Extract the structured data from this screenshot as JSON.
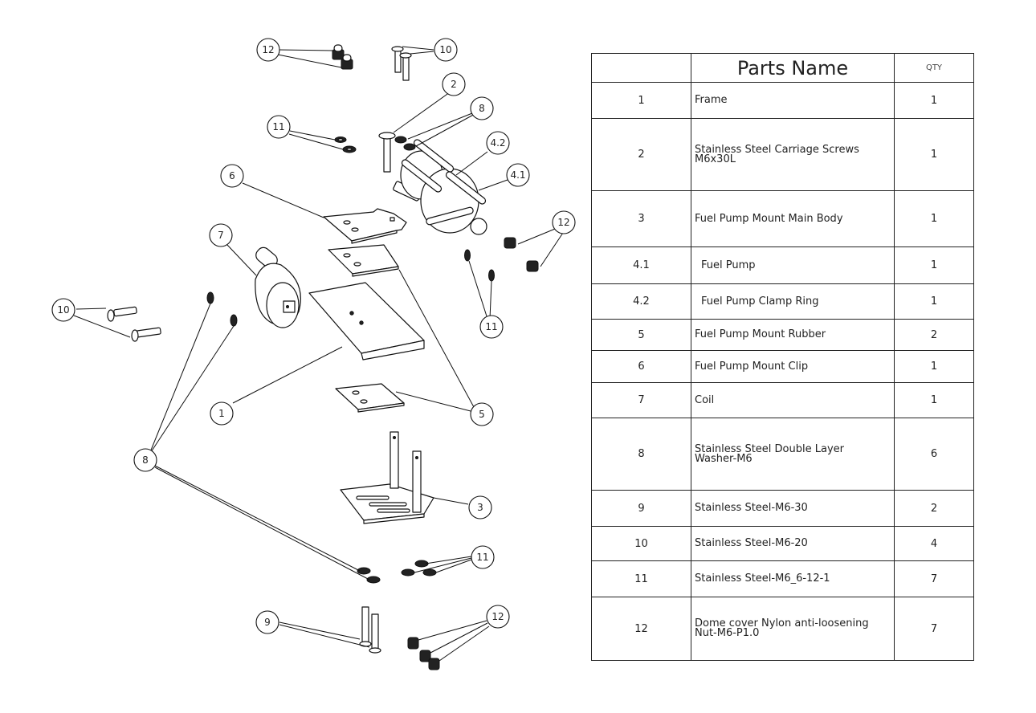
{
  "table": {
    "headers": {
      "number": "",
      "name": "Parts Name",
      "qty": "QTY"
    },
    "rows": [
      {
        "no": "1",
        "name": "Frame",
        "qty": "1"
      },
      {
        "no": "2",
        "name": "Stainless Steel Carriage Screws\nM6x30L",
        "qty": "1"
      },
      {
        "no": "3",
        "name": "Fuel Pump Mount Main Body",
        "qty": "1"
      },
      {
        "no": "4.1",
        "name": "Fuel Pump",
        "qty": "1"
      },
      {
        "no": "4.2",
        "name": "Fuel Pump Clamp Ring",
        "qty": "1"
      },
      {
        "no": "5",
        "name": "Fuel Pump Mount Rubber",
        "qty": "2"
      },
      {
        "no": "6",
        "name": "Fuel Pump Mount Clip",
        "qty": "1"
      },
      {
        "no": "7",
        "name": "Coil",
        "qty": "1"
      },
      {
        "no": "8",
        "name": "Stainless Steel Double Layer\nWasher-M6",
        "qty": "6"
      },
      {
        "no": "9",
        "name": "Stainless Steel-M6-30",
        "qty": "2"
      },
      {
        "no": "10",
        "name": "Stainless Steel-M6-20",
        "qty": "4"
      },
      {
        "no": "11",
        "name": "Stainless Steel-M6_6-12-1",
        "qty": "7"
      },
      {
        "no": "12",
        "name": "Dome cover Nylon anti-loosening\nNut-M6-P1.0",
        "qty": "7"
      }
    ]
  },
  "diagram": {
    "balloons": [
      "12",
      "10",
      "2",
      "8",
      "11",
      "4.2",
      "4.1",
      "6",
      "12",
      "7",
      "10",
      "11",
      "1",
      "5",
      "8",
      "3",
      "11",
      "9",
      "12"
    ]
  }
}
